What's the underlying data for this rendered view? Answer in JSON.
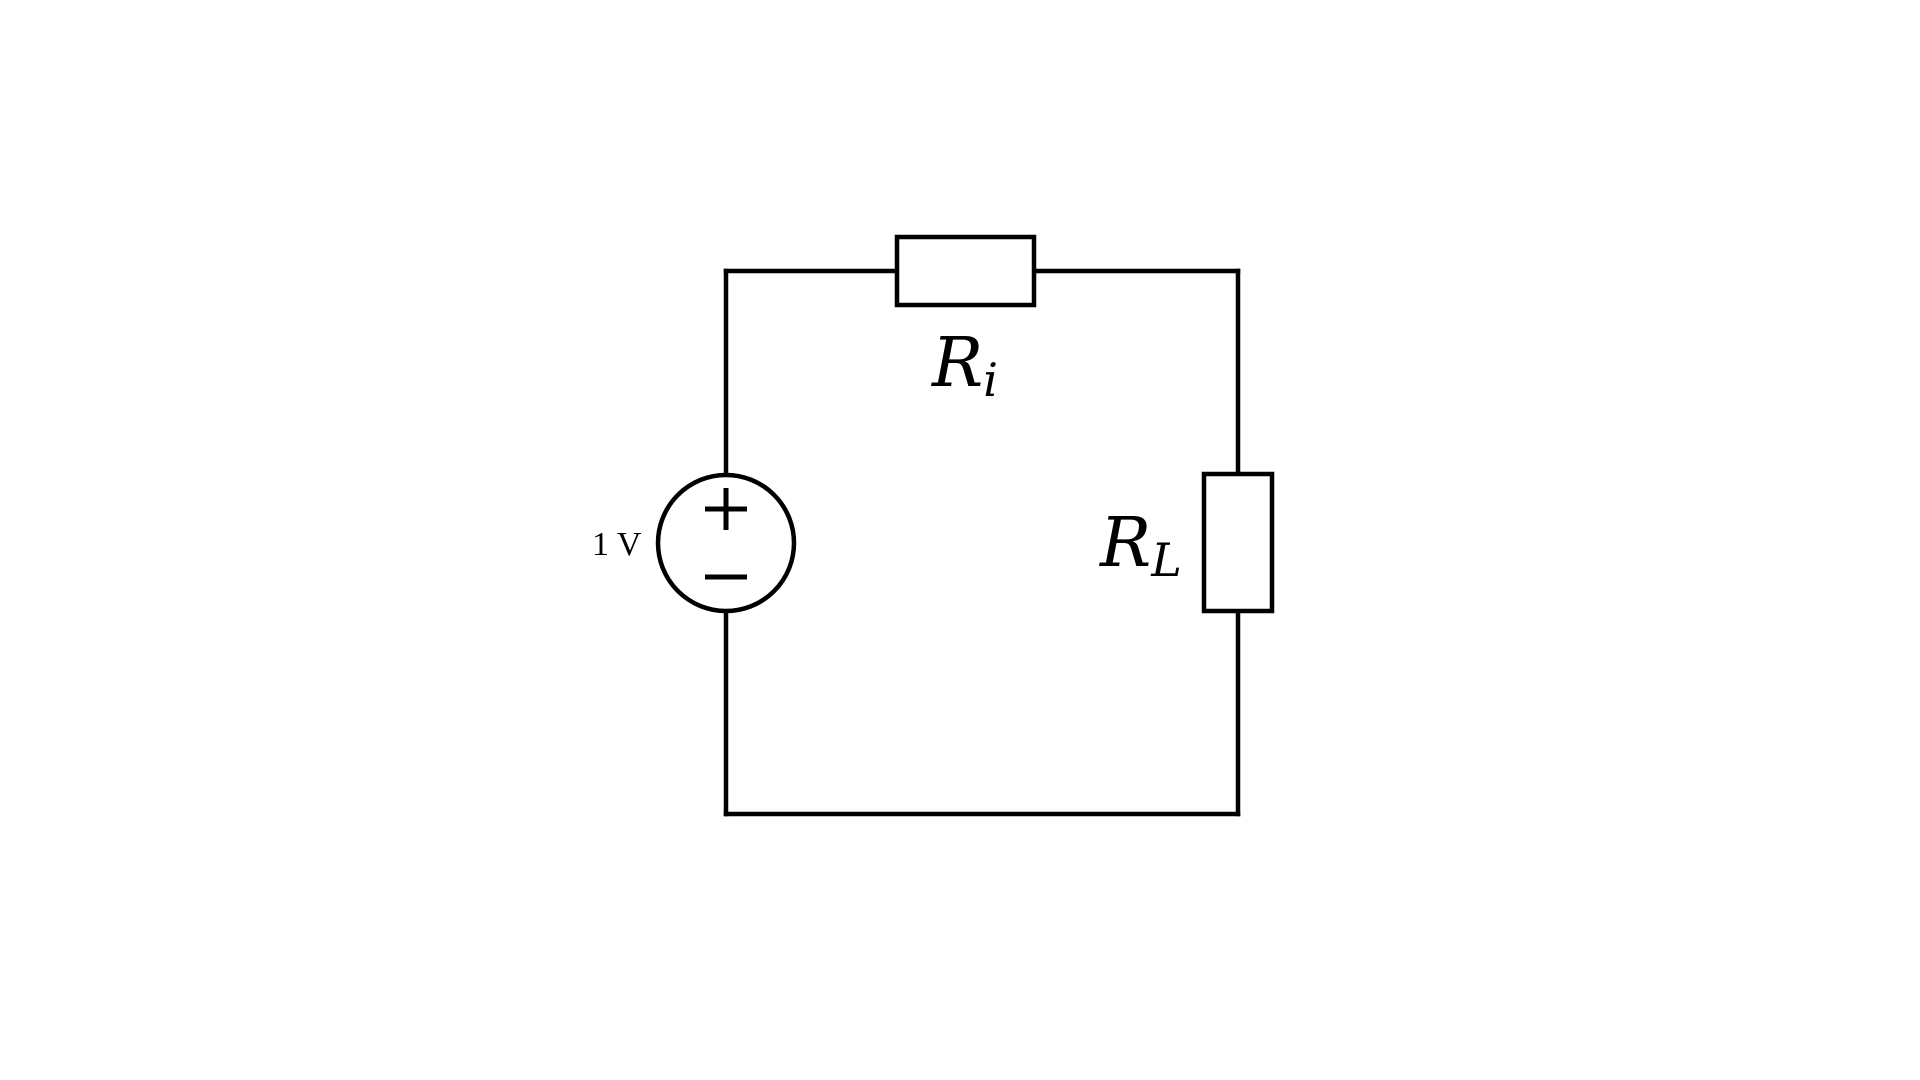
{
  "diagram": {
    "components": {
      "source": {
        "type": "voltage-source",
        "value_label": "1 V",
        "positive_sign": "+",
        "negative_sign": "−"
      },
      "internal_resistor": {
        "type": "resistor",
        "symbol": "R",
        "subscript": "i"
      },
      "load_resistor": {
        "type": "resistor",
        "symbol": "R",
        "subscript": "L"
      }
    }
  }
}
